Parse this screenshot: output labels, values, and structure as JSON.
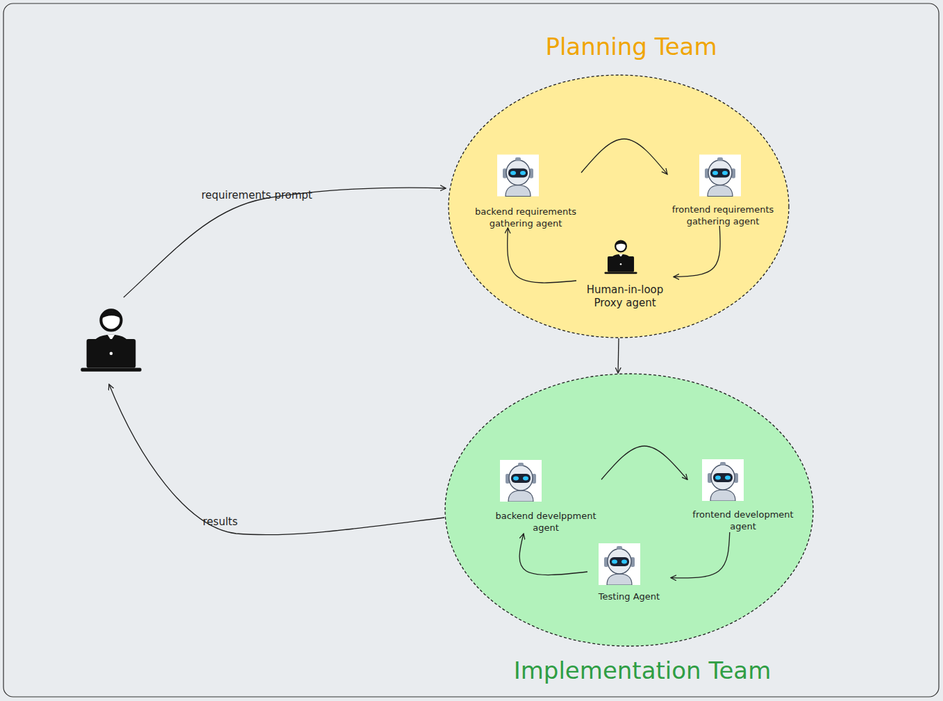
{
  "diagram": {
    "nodes": [
      {
        "text": [
          "Planning Team"
        ]
      },
      {
        "text": [
          "backend requirements gathering agent"
        ],
        "in": 0
      },
      {
        "text": [
          "frontend requirements gathering agent"
        ],
        "in": 0
      },
      {
        "text": [
          "Human-in-loop Proxy agent"
        ],
        "in": 0
      },
      {
        "text": [
          "Implementation Team"
        ]
      },
      {
        "text": [
          "backend develppment agent"
        ],
        "in": 4
      },
      {
        "text": [
          "frontend development agent"
        ],
        "in": 4
      },
      {
        "text": [
          "Testing Agent"
        ],
        "in": 4
      }
    ],
    "edges": [
      {
        "from": 1,
        "to": 2,
        "arrow": "to"
      },
      {
        "from": 2,
        "to": 3,
        "arrow": "to"
      },
      {
        "from": 3,
        "to": 1,
        "arrow": "to"
      },
      {
        "from": 0,
        "to": 4,
        "arrow": "to"
      },
      {
        "from": 5,
        "to": 6,
        "arrow": "to"
      },
      {
        "from": 6,
        "to": 7,
        "arrow": "to"
      },
      {
        "from": 7,
        "to": 5,
        "arrow": "to"
      }
    ],
    "labels": [
      "requirements prompt",
      "results"
    ]
  }
}
